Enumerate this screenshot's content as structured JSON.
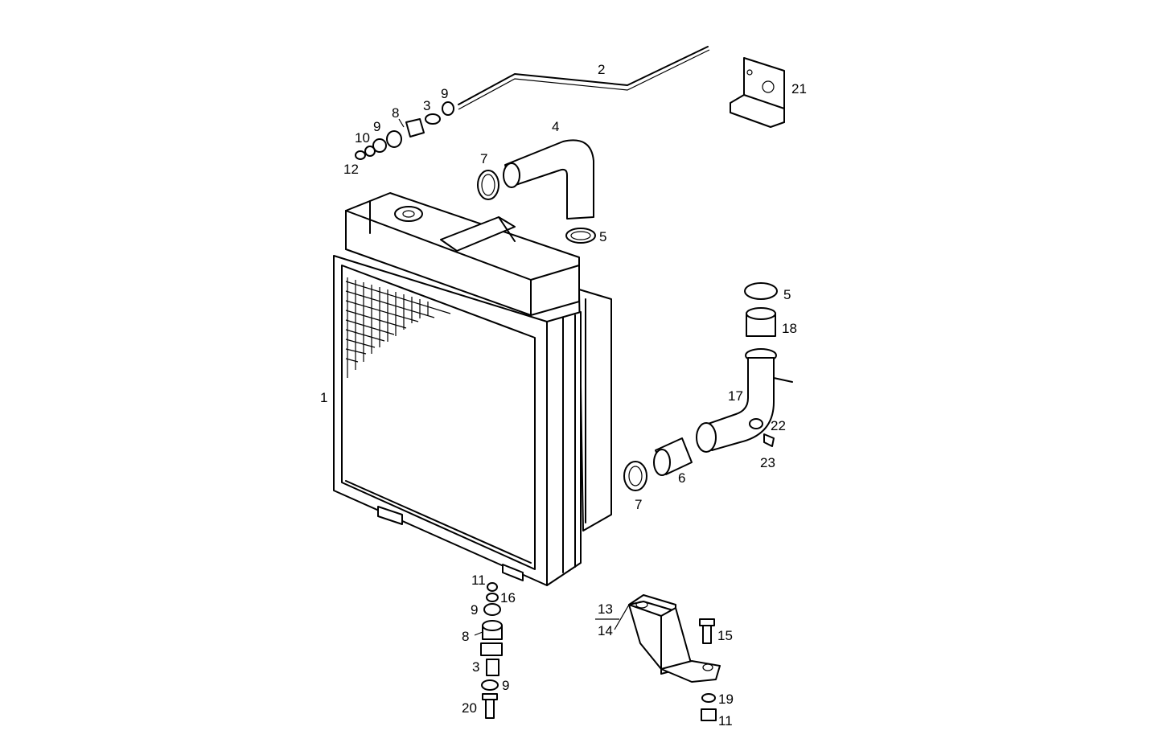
{
  "diagram": {
    "colors": {
      "line": "#000000",
      "background": "#ffffff"
    },
    "callouts": {
      "c1": "1",
      "c2": "2",
      "c3a": "3",
      "c3b": "3",
      "c4": "4",
      "c5a": "5",
      "c5b": "5",
      "c6": "6",
      "c7a": "7",
      "c7b": "7",
      "c8a": "8",
      "c8b": "8",
      "c9a": "9",
      "c9b": "9",
      "c9c": "9",
      "c9d": "9",
      "c10": "10",
      "c11a": "11",
      "c11b": "11",
      "c12": "12",
      "c13": "13",
      "c14": "14",
      "c15": "15",
      "c16": "16",
      "c17": "17",
      "c18": "18",
      "c19": "19",
      "c20": "20",
      "c21": "21",
      "c22": "22",
      "c23": "23"
    }
  }
}
